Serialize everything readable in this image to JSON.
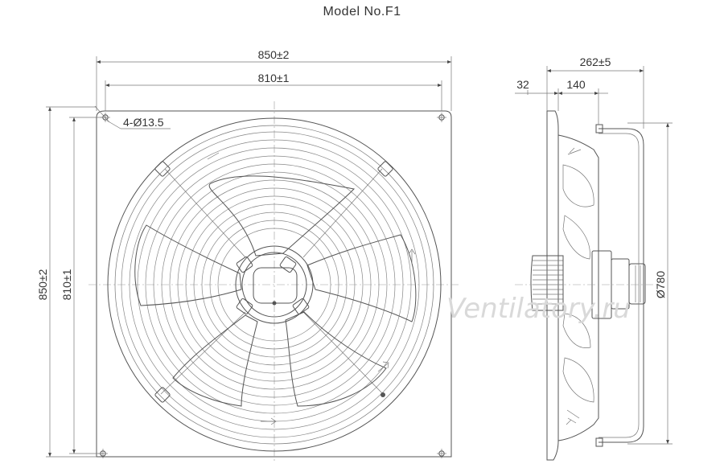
{
  "title": "Model No.F1",
  "front_view": {
    "overall_width": "850±2",
    "hole_spacing_width": "810±1",
    "overall_height": "850±2",
    "hole_spacing_height": "810±1",
    "mounting_holes": "4-Ø13.5"
  },
  "side_view": {
    "overall_depth": "262±5",
    "frame_offset": "32",
    "motor_depth": "140",
    "guard_diameter": "Ø780"
  },
  "watermark": "Ventilatory.ru"
}
